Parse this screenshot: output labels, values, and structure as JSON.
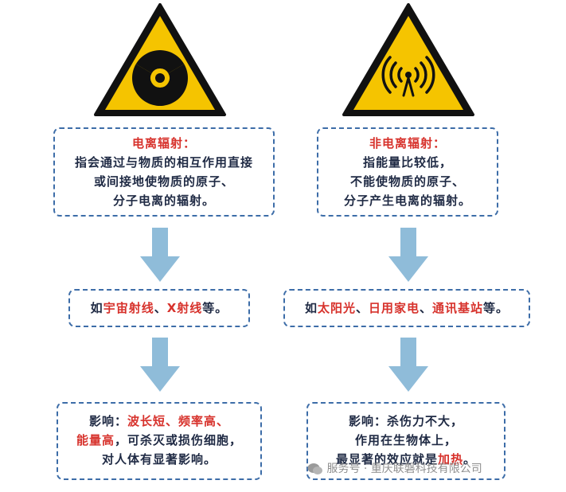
{
  "left": {
    "sign_icon": "radiation-trefoil-icon",
    "definition": {
      "title": "电离辐射：",
      "lines": [
        "指会通过与物质的相互作用直接",
        "或间接地使物质的原子、",
        "分子电离的辐射。"
      ]
    },
    "examples": {
      "prefix": "如",
      "items": "宇宙射线",
      "sep": "、",
      "items2": "X射线",
      "suffix": "等。"
    },
    "impact": {
      "label": "影响：",
      "l1_red": "波长短、频率高、",
      "l2_red": "能量高",
      "l2_rest": "，可杀灭或损伤细胞，",
      "l3": "对人体有显著影响。"
    }
  },
  "right": {
    "sign_icon": "non-ionizing-radiation-icon",
    "definition": {
      "title": "非电离辐射：",
      "lines": [
        "指能量比较低，",
        "不能使物质的原子、",
        "分子产生电离的辐射。"
      ]
    },
    "examples": {
      "prefix": "如",
      "items": "太阳光",
      "sep": "、",
      "items2": "日用家电",
      "sep2": "、",
      "items3": "通讯基站",
      "suffix": "等。"
    },
    "impact": {
      "label": "影响：",
      "l1_rest": "杀伤力不大，",
      "l2": "作用在生物体上，",
      "l3_rest": "最显著的效应就是",
      "l3_red": "加热",
      "l3_end": "。"
    }
  },
  "watermark": {
    "icon": "wechat-icon",
    "text": "服务号 · 重庆联磐科技有限公司"
  },
  "colors": {
    "sign_yellow": "#f5c400",
    "sign_border": "#111111",
    "box_border": "#3d6da8",
    "arrow": "#8fbcd9",
    "highlight_red": "#d7322c",
    "text": "#1f2a44"
  }
}
